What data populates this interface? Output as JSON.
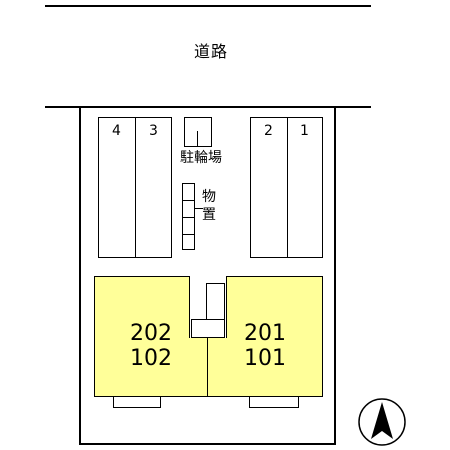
{
  "road": {
    "label": "道路"
  },
  "parking": {
    "left_spaces": [
      "4",
      "3"
    ],
    "right_spaces": [
      "2",
      "1"
    ]
  },
  "bicycle_parking": {
    "label": "駐輪場"
  },
  "storage": {
    "label_line1": "物",
    "label_line2": "置"
  },
  "units": {
    "left_upper": "202",
    "left_lower": "102",
    "right_upper": "201",
    "right_lower": "101"
  },
  "colors": {
    "building_fill": "#ffff99",
    "line": "#000000",
    "background": "#ffffff"
  },
  "compass": {
    "icon": "north-arrow-icon"
  }
}
